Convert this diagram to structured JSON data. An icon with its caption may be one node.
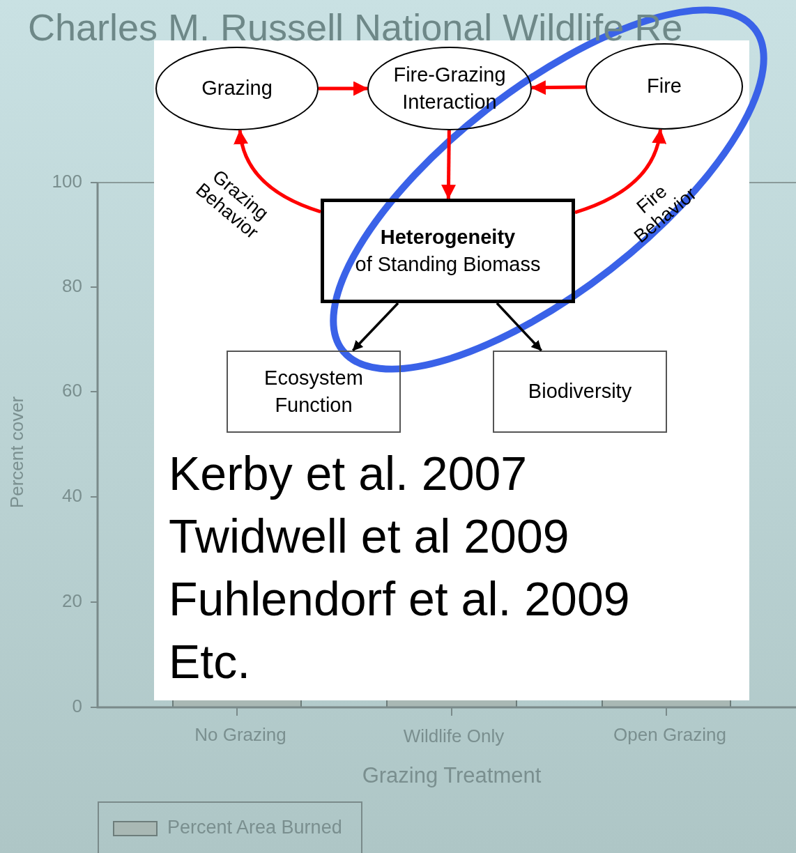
{
  "diagram": {
    "title": "Charles M. Russell National Wildlife Re",
    "nodes": [
      {
        "text": [
          "Grazing"
        ]
      },
      {
        "text": [
          "Fire-Grazing Interaction"
        ]
      },
      {
        "text": [
          "Fire"
        ]
      },
      {
        "text": [
          "Heterogeneity",
          "of Standing Biomass"
        ]
      },
      {
        "text": [
          "Ecosystem Function"
        ]
      },
      {
        "text": [
          "Biodiversity"
        ]
      }
    ],
    "edges": [
      {
        "from": 0,
        "to": 1,
        "arrow": "to"
      },
      {
        "from": 2,
        "to": 1,
        "arrow": "to"
      },
      {
        "from": 1,
        "to": 3,
        "arrow": "to"
      },
      {
        "from": 3,
        "to": 0,
        "arrow": "to",
        "label": "Grazing Behavior"
      },
      {
        "from": 3,
        "to": 2,
        "arrow": "to",
        "label": "Fire Behavior"
      },
      {
        "from": 3,
        "to": 4,
        "arrow": "to",
        "color": "#000000"
      },
      {
        "from": 3,
        "to": 5,
        "arrow": "to",
        "color": "#000000"
      }
    ],
    "labels": [
      "Kerby et al. 2007",
      "Twidwell et al 2009",
      "Fuhlendorf et al. 2009",
      "Etc.",
      "100",
      "80",
      "60",
      "40",
      "20",
      "0",
      "Percent cover",
      "No Grazing",
      "Wildlife Only",
      "Open Grazing",
      "Grazing Treatment"
    ],
    "legend": [
      {
        "text": "Percent Area Burned",
        "color": "#a9b8b4"
      }
    ]
  }
}
